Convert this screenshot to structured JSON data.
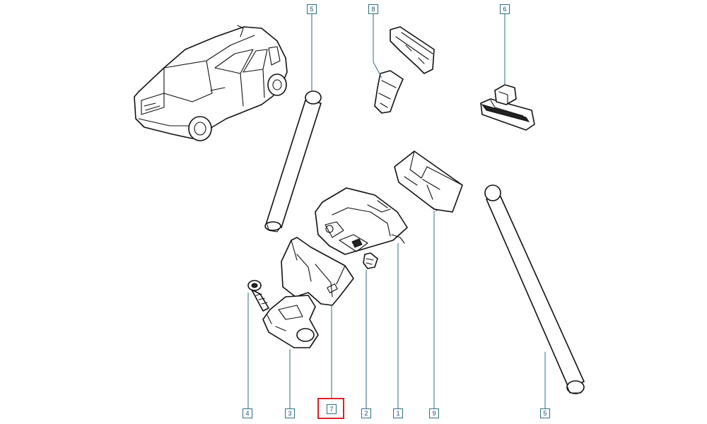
{
  "diagram": {
    "callouts": [
      {
        "id": "callout-5-top",
        "label": "5"
      },
      {
        "id": "callout-8",
        "label": "8"
      },
      {
        "id": "callout-6",
        "label": "6"
      },
      {
        "id": "callout-4",
        "label": "4"
      },
      {
        "id": "callout-3",
        "label": "3"
      },
      {
        "id": "callout-7",
        "label": "7",
        "highlighted": true
      },
      {
        "id": "callout-2",
        "label": "2"
      },
      {
        "id": "callout-1",
        "label": "1"
      },
      {
        "id": "callout-9",
        "label": "9"
      },
      {
        "id": "callout-5-bottom",
        "label": "5"
      }
    ],
    "parts": [
      "car-illustration",
      "gas-strut-left",
      "gas-strut-right",
      "clip-bracket",
      "switch-unit",
      "boot-lock",
      "latch-cover-bracket",
      "striker-plate",
      "bolt-left",
      "screw-right"
    ],
    "colors": {
      "callout_border": "#2b6f86",
      "highlight": "#e0212b",
      "line_art": "#111111"
    }
  }
}
